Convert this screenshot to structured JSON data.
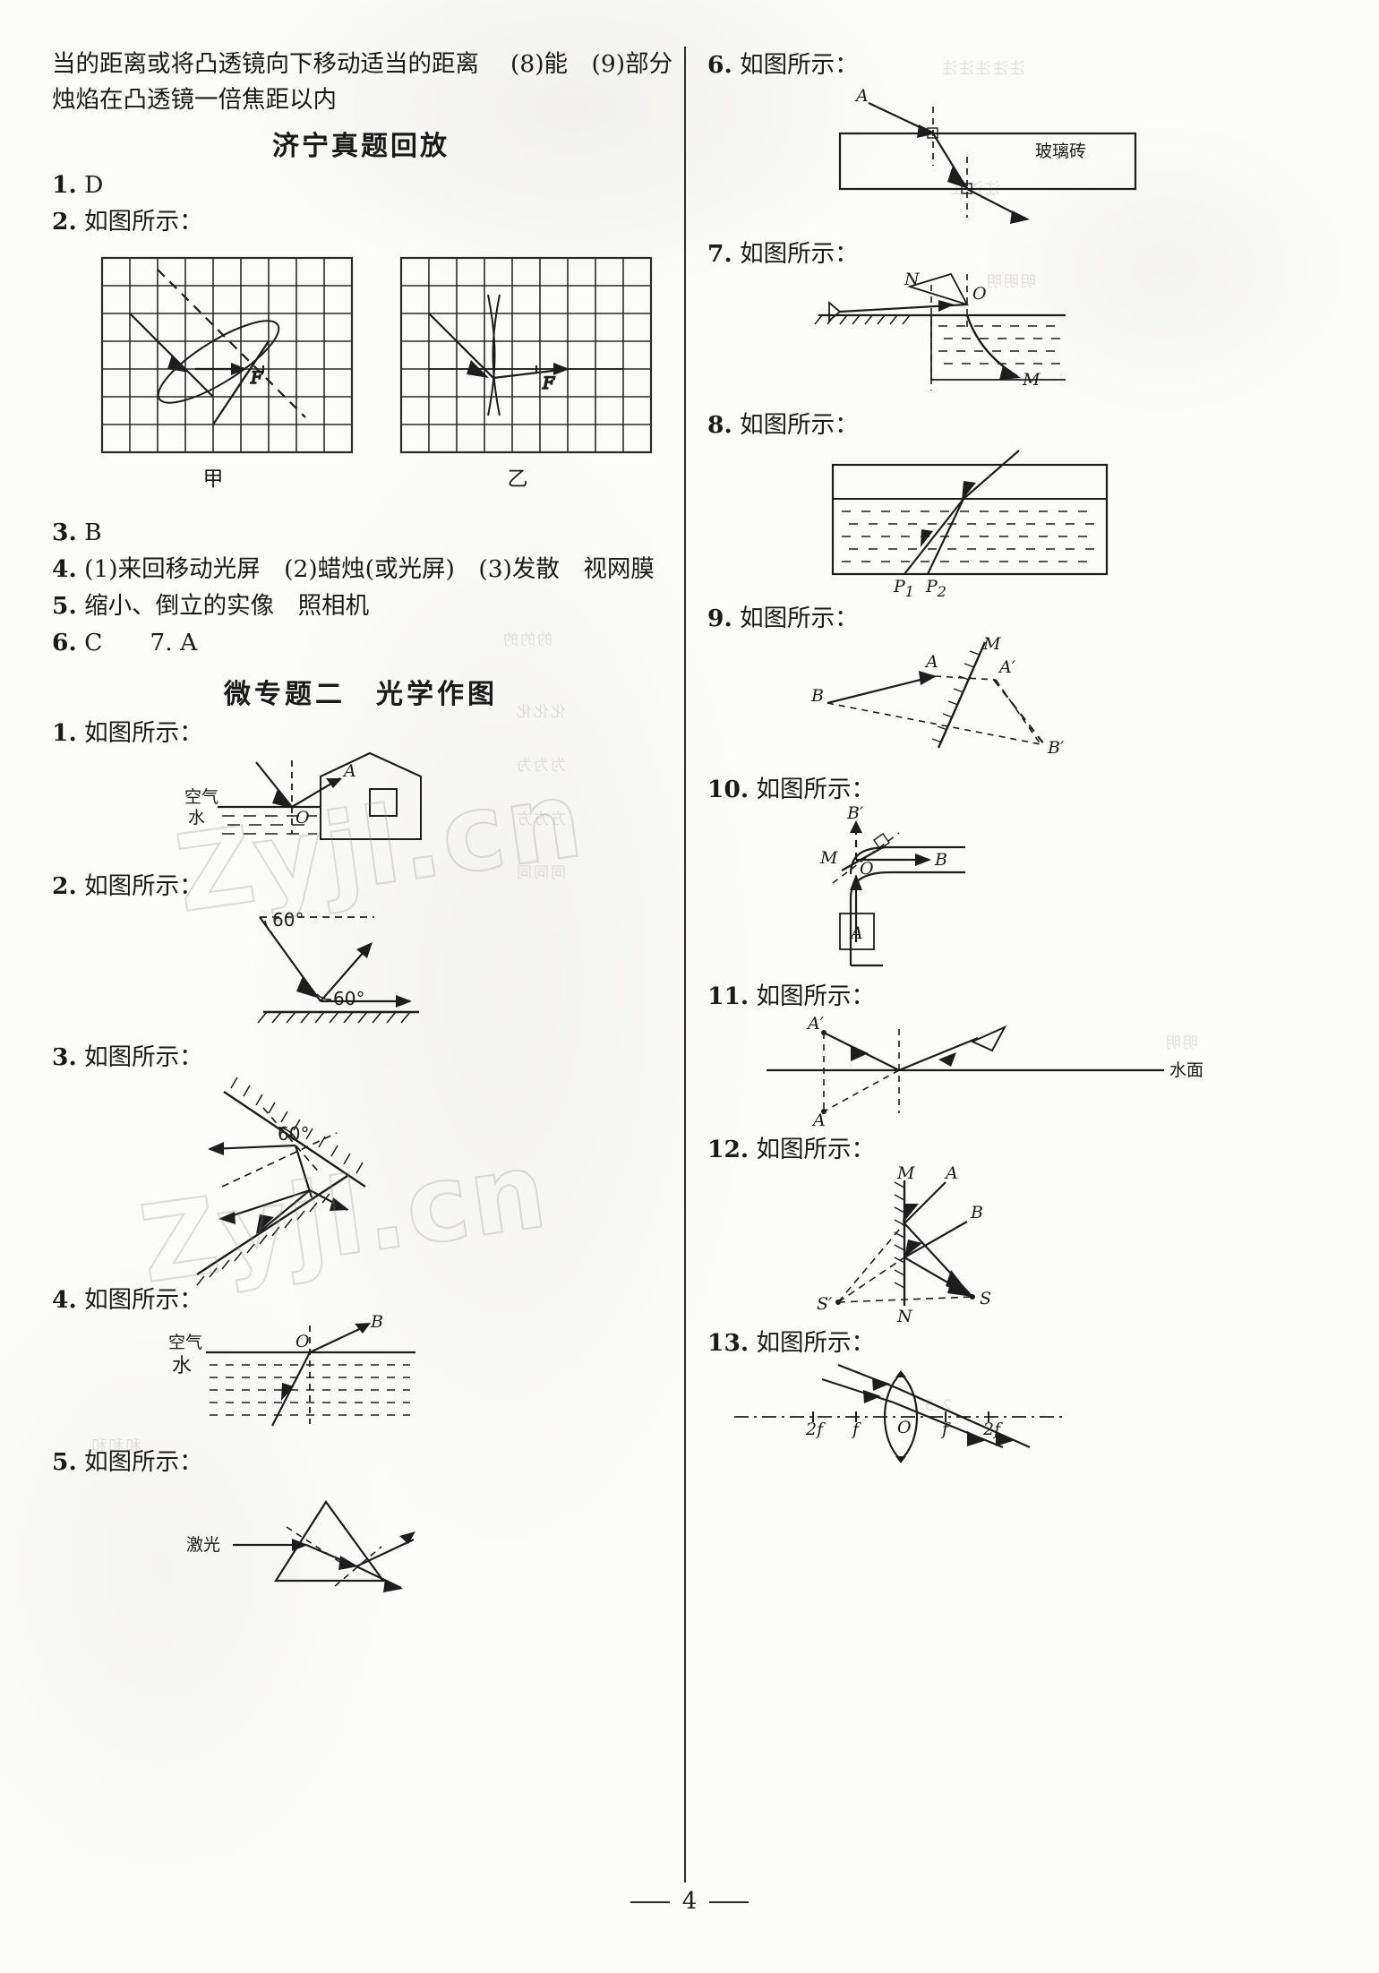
{
  "page": {
    "number": "4",
    "watermark": "Zyjl.cn"
  },
  "left_column": {
    "carryover_lines": [
      "当的距离或将凸透镜向下移动适当的距离",
      "烛焰在凸透镜一倍焦距以内"
    ],
    "section1_title": "济宁真题回放",
    "section1_items": [
      {
        "n": "1.",
        "text": "D"
      },
      {
        "n": "2.",
        "text": "如图所示："
      },
      {
        "n": "3.",
        "text": "B"
      },
      {
        "n": "4.",
        "text": "(1)来回移动光屏　(2)蜡烛(或光屏)　(3)发散　视网膜"
      },
      {
        "n": "5.",
        "text": "缩小、倒立的实像　照相机"
      },
      {
        "n": "6.",
        "text": "C　　7. A"
      }
    ],
    "fig2_labels": {
      "F1": "F",
      "F2": "F",
      "cap1": "甲",
      "cap2": "乙"
    },
    "section2_title": "微专题二　光学作图",
    "section2_items": [
      {
        "n": "1.",
        "text": "如图所示："
      },
      {
        "n": "2.",
        "text": "如图所示："
      },
      {
        "n": "3.",
        "text": "如图所示："
      },
      {
        "n": "4.",
        "text": "如图所示："
      },
      {
        "n": "5.",
        "text": "如图所示："
      }
    ],
    "fig_q1": {
      "air": "空气",
      "water": "水",
      "O": "O",
      "A": "A"
    },
    "fig_q2": {
      "angle1": "60°",
      "angle2": "60°"
    },
    "fig_q3": {
      "angle": "60°"
    },
    "fig_q4": {
      "air": "空气",
      "water": "水",
      "O": "O",
      "B": "B"
    },
    "fig_q5": {
      "laser": "激光"
    }
  },
  "right_column": {
    "carryover_line": "(8)能　(9)部分",
    "items": [
      {
        "n": "6.",
        "text": "如图所示："
      },
      {
        "n": "7.",
        "text": "如图所示："
      },
      {
        "n": "8.",
        "text": "如图所示："
      },
      {
        "n": "9.",
        "text": "如图所示："
      },
      {
        "n": "10.",
        "text": "如图所示："
      },
      {
        "n": "11.",
        "text": "如图所示："
      },
      {
        "n": "12.",
        "text": "如图所示："
      },
      {
        "n": "13.",
        "text": "如图所示："
      }
    ],
    "fig_q6": {
      "A": "A",
      "glass": "玻璃砖"
    },
    "fig_q7": {
      "N": "N",
      "O": "O",
      "M": "M"
    },
    "fig_q8": {
      "P1": "P",
      "P1s": "1",
      "P2": "P",
      "P2s": "2"
    },
    "fig_q9": {
      "A": "A",
      "B": "B",
      "M": "M",
      "Ap": "A′",
      "Bp": "B′"
    },
    "fig_q10": {
      "Bp": "B′",
      "M": "M",
      "O": "O",
      "B": "B",
      "A": "A"
    },
    "fig_q11": {
      "Ap": "A′",
      "A": "A",
      "surface": "水面"
    },
    "fig_q12": {
      "M": "M",
      "A": "A",
      "B": "B",
      "Sp": "S′",
      "S": "S",
      "N": "N"
    },
    "fig_q13": {
      "l2f": "2f",
      "lf": "f",
      "O": "O",
      "rf": "f",
      "r2f": "2f"
    }
  },
  "colors": {
    "ink": "#1a1a1a",
    "paper": "#fbfbf9",
    "watermark": "#968e8a"
  }
}
